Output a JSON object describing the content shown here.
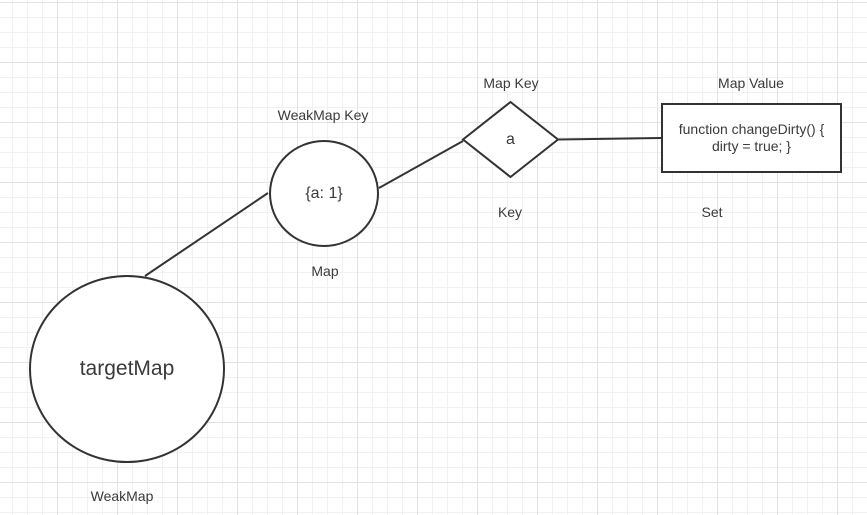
{
  "canvas": {
    "background": "#ffffff",
    "grid_minor_color": "#f1f1f1",
    "grid_major_color": "#e3e3e3",
    "stroke_color": "#333333",
    "text_color": "#3a3a3a"
  },
  "nodes": {
    "weakmap": {
      "shape": "ellipse",
      "label": "targetMap",
      "caption": "WeakMap"
    },
    "map": {
      "shape": "ellipse",
      "label": "{a: 1}",
      "title": "WeakMap Key",
      "caption": "Map"
    },
    "key": {
      "shape": "diamond",
      "label": "a",
      "title": "Map Key",
      "caption": "Key"
    },
    "value": {
      "shape": "rectangle",
      "code_line1": "function changeDirty() {",
      "code_line2": "dirty = true; }",
      "title": "Map Value",
      "caption": "Set"
    }
  }
}
